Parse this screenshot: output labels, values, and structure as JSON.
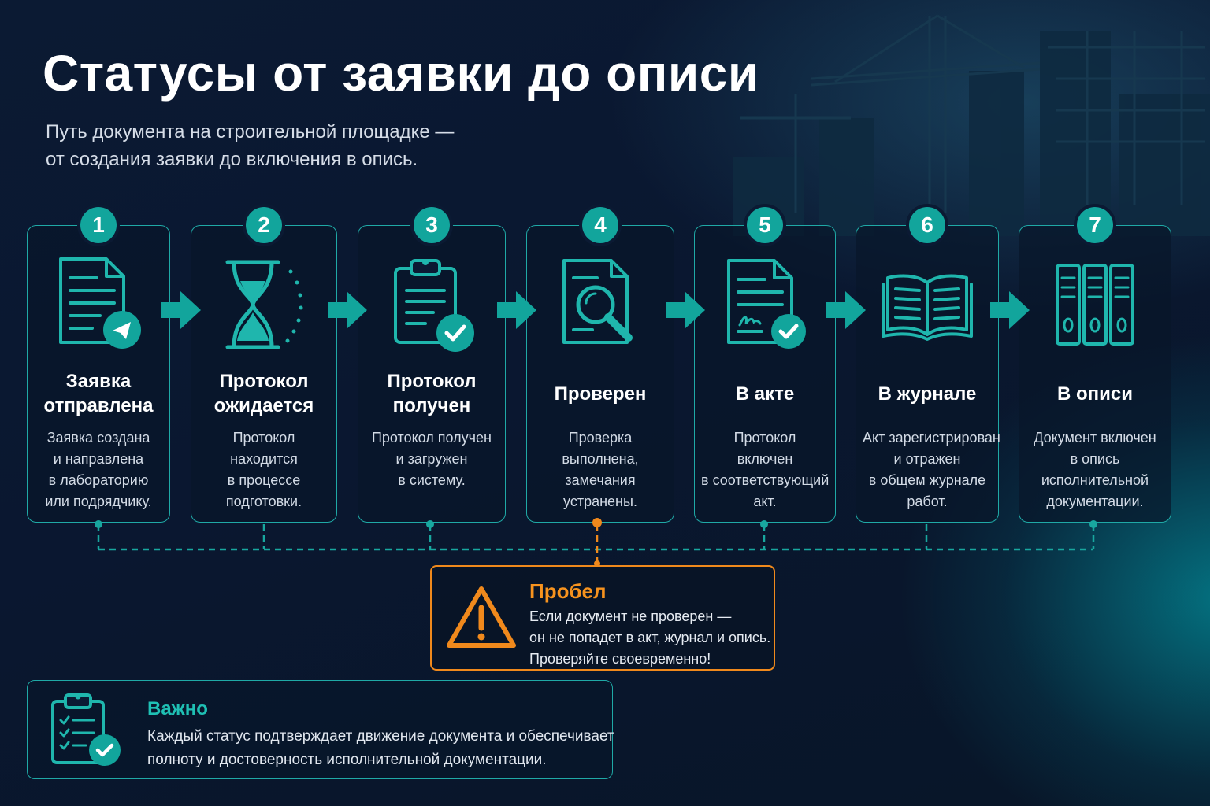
{
  "page": {
    "title": "Статусы от заявки до описи",
    "subtitle_lines": [
      "Путь документа на строительной площадке —",
      "от создания заявки до включения в опись."
    ]
  },
  "colors": {
    "accent": "#12a59c",
    "card_border": "#1fa9a6",
    "warning": "#f0891c",
    "background": "#0b1a33"
  },
  "steps": [
    {
      "number": "1",
      "icon": "document-send-icon",
      "title_lines": [
        "Заявка",
        "отправлена"
      ],
      "desc_lines": [
        "Заявка создана",
        "и направлена",
        "в лабораторию",
        "или подрядчику."
      ]
    },
    {
      "number": "2",
      "icon": "hourglass-icon",
      "title_lines": [
        "Протокол",
        "ожидается"
      ],
      "desc_lines": [
        "Протокол",
        "находится",
        "в процессе",
        "подготовки."
      ]
    },
    {
      "number": "3",
      "icon": "clipboard-check-icon",
      "title_lines": [
        "Протокол",
        "получен"
      ],
      "desc_lines": [
        "Протокол получен",
        "и загружен",
        "в систему."
      ]
    },
    {
      "number": "4",
      "icon": "document-search-icon",
      "title_lines": [
        "Проверен"
      ],
      "desc_lines": [
        "Проверка",
        "выполнена,",
        "замечания",
        "устранены."
      ]
    },
    {
      "number": "5",
      "icon": "signed-document-icon",
      "title_lines": [
        "В акте"
      ],
      "desc_lines": [
        "Протокол",
        "включен",
        "в соответствующий",
        "акт."
      ]
    },
    {
      "number": "6",
      "icon": "open-book-icon",
      "title_lines": [
        "В журнале"
      ],
      "desc_lines": [
        "Акт зарегистрирован",
        "и отражен",
        "в общем журнале",
        "работ."
      ]
    },
    {
      "number": "7",
      "icon": "binders-icon",
      "title_lines": [
        "В описи"
      ],
      "desc_lines": [
        "Документ включен",
        "в опись",
        "исполнительной",
        "документации."
      ]
    }
  ],
  "gap": {
    "icon": "warning-icon",
    "title": "Пробел",
    "lines": [
      "Если документ не проверен —",
      "он не попадет в акт, журнал и опись.",
      "Проверяйте своевременно!"
    ]
  },
  "note": {
    "icon": "checklist-icon",
    "title": "Важно",
    "lines": [
      "Каждый статус подтверждает движение документа и обеспечивает",
      "полноту и достоверность исполнительной документации."
    ]
  }
}
